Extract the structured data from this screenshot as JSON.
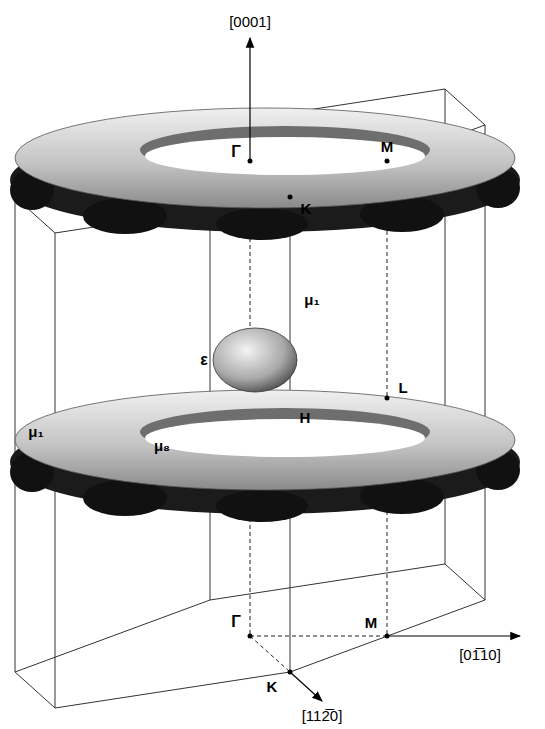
{
  "diagram": {
    "labels": [
      "[0001]",
      "Γ",
      "M",
      "K",
      "μ₁",
      "ε",
      "L",
      "H",
      "μ₁",
      "μ₈",
      "Γ",
      "K",
      "M",
      "[01̅10]",
      "[112̅0]"
    ]
  }
}
